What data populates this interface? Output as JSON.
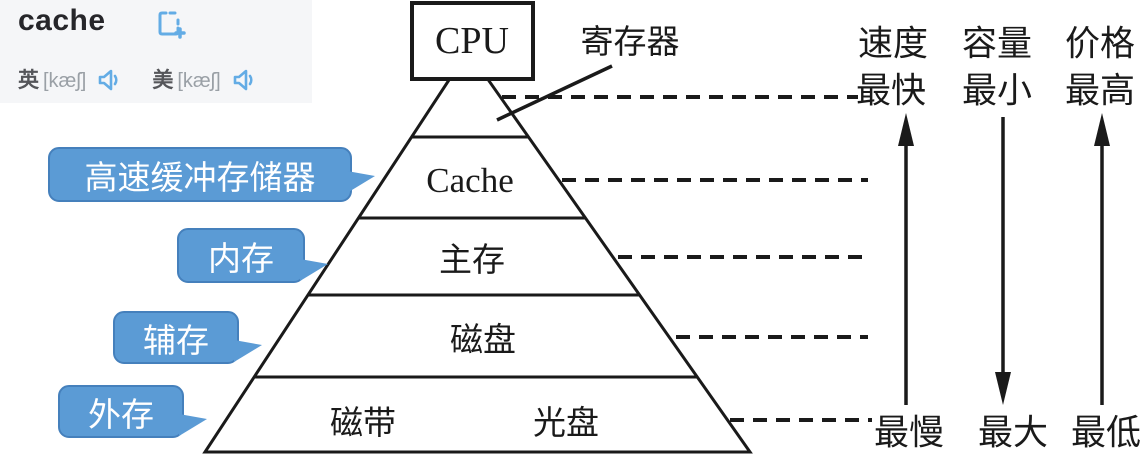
{
  "dictionary_popup": {
    "word": "cache",
    "uk": {
      "label": "英",
      "phonetic": "[kæʃ]"
    },
    "us": {
      "label": "美",
      "phonetic": "[kæʃ]"
    }
  },
  "diagram": {
    "cpu_label": "CPU",
    "register_label": "寄存器",
    "level_cache": "Cache",
    "level_main_memory": "主存",
    "level_disk": "磁盘",
    "level_tape": "磁带",
    "level_optical_disc": "光盘"
  },
  "callouts": {
    "cache_full_name": "高速缓冲存储器",
    "internal_memory": "内存",
    "secondary_storage": "辅存",
    "external_storage": "外存"
  },
  "attribute_columns": [
    {
      "title": "速度",
      "top_value": "最快",
      "bottom_value": "最慢",
      "arrow_direction": "up"
    },
    {
      "title": "容量",
      "top_value": "最小",
      "bottom_value": "最大",
      "arrow_direction": "down"
    },
    {
      "title": "价格",
      "top_value": "最高",
      "bottom_value": "最低",
      "arrow_direction": "up"
    }
  ],
  "colors": {
    "callout_fill": "#5B9BD5",
    "callout_border": "#4580BC",
    "accent_blue": "#63ACE5",
    "line_color": "#1a1a1a",
    "popup_background": "#f5f6f8",
    "phonetic_gray": "#9aa0a6"
  }
}
